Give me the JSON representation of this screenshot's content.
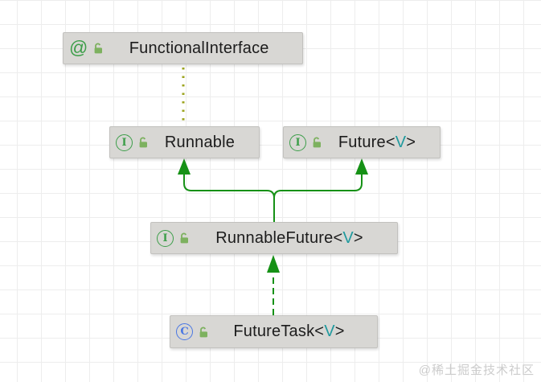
{
  "diagram": {
    "nodes": [
      {
        "name": "FunctionalInterface",
        "type": "annotation",
        "badge": "@",
        "generic_open": "",
        "generic_param": "",
        "generic_close": ""
      },
      {
        "name": "Runnable",
        "type": "interface",
        "badge": "I",
        "generic_open": "",
        "generic_param": "",
        "generic_close": ""
      },
      {
        "name": "Future",
        "type": "interface",
        "badge": "I",
        "generic_open": "<",
        "generic_param": "V",
        "generic_close": ">"
      },
      {
        "name": "RunnableFuture",
        "type": "interface",
        "badge": "I",
        "generic_open": "<",
        "generic_param": "V",
        "generic_close": ">"
      },
      {
        "name": "FutureTask",
        "type": "class",
        "badge": "C",
        "generic_open": "<",
        "generic_param": "V",
        "generic_close": ">"
      }
    ],
    "edges": [
      {
        "from": "Runnable",
        "to": "FunctionalInterface",
        "style": "dotted-line"
      },
      {
        "from": "RunnableFuture",
        "to": "Runnable",
        "style": "solid-arrow"
      },
      {
        "from": "RunnableFuture",
        "to": "Future",
        "style": "solid-arrow"
      },
      {
        "from": "FutureTask",
        "to": "RunnableFuture",
        "style": "dashed-arrow"
      }
    ],
    "icons": {
      "annotation": "annotation-at-icon",
      "interface": "interface-circle-i-icon",
      "class": "class-circle-c-icon",
      "lock": "open-lock-icon"
    },
    "colors": {
      "edge_green": "#169116",
      "annotation_dotted": "#9ca41f",
      "interface_green": "#3c9e49",
      "class_blue": "#4a77e3",
      "lock_green": "#7db15f",
      "type_teal": "#1f9a9e",
      "node_fill": "#d8d7d4",
      "node_border": "#c2c1be",
      "grid_line": "#ededed",
      "bg": "#ffffff",
      "watermark": "#cccccc"
    }
  },
  "watermark": {
    "text": "@稀土掘金技术社区"
  }
}
